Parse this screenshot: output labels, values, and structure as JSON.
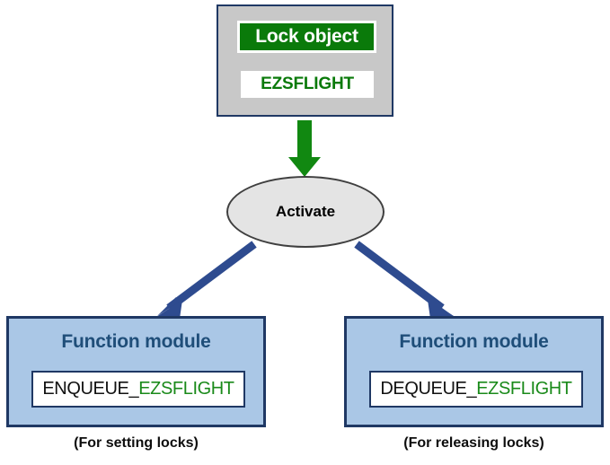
{
  "diagram": {
    "title_semantic": "sap-enqueue-dequeue-lock-object-diagram",
    "lock_object": {
      "header_label": "Lock object",
      "name_label": "EZSFLIGHT",
      "panel_color": "#c8c8c8",
      "header_color": "#0a7a0a",
      "name_text_color": "#0a7a0a",
      "border_color": "#1f3864"
    },
    "activation": {
      "node_label": "Activate",
      "shape": "ellipse",
      "fill_color": "#e4e4e4",
      "border_color": "#3f3f3f"
    },
    "arrows": {
      "activate_arrow_color": "#118811",
      "branch_arrow_color": "#2e4b8f"
    },
    "function_modules": [
      {
        "heading": "Function module",
        "code_prefix": "ENQUEUE_",
        "code_suffix": "EZSFLIGHT",
        "caption": "(For setting locks)",
        "panel_color": "#aac7e6",
        "heading_color": "#1f4e79"
      },
      {
        "heading": "Function module",
        "code_prefix": "DEQUEUE_",
        "code_suffix": "EZSFLIGHT",
        "caption": "(For releasing locks)",
        "panel_color": "#aac7e6",
        "heading_color": "#1f4e79"
      }
    ]
  }
}
